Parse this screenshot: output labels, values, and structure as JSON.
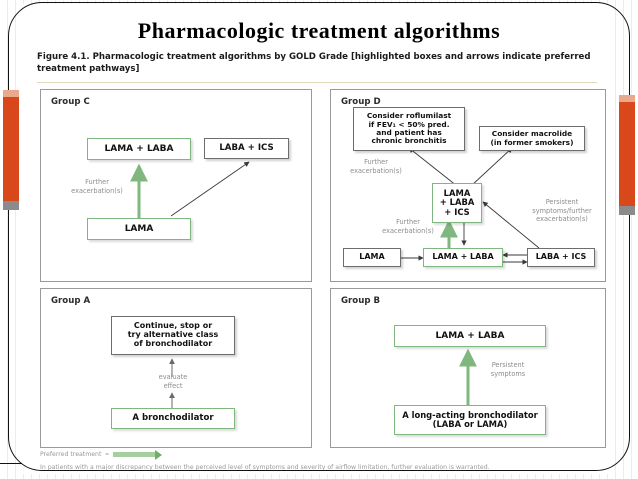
{
  "slide": {
    "title": "Pharmacologic  treatment  algorithms",
    "caption": "Figure 4.1. Pharmacologic treatment algorithms by GOLD Grade [highlighted boxes and arrows indicate preferred treatment pathways]"
  },
  "colors": {
    "accent_orange": "#d9481a",
    "preferred_green": "#7fb77f",
    "box_grey": "#6d6d6d",
    "note_grey": "#8f8d8b",
    "rule": "#e3d9bd"
  },
  "groups": {
    "c": {
      "title": "Group C",
      "boxes": {
        "lama_laba": "LAMA + LABA",
        "laba_ics": "LABA + ICS",
        "lama": "LAMA"
      },
      "notes": {
        "further_exacerbations": "Further\nexacerbation(s)"
      }
    },
    "d": {
      "title": "Group D",
      "boxes": {
        "roflumilast": "Consider roflumilast\nif FEV₁ < 50% pred.\nand patient has\nchronic bronchitis",
        "macrolide": "Consider macrolide\n(in former smokers)",
        "triple": "LAMA\n+ LABA\n+ ICS",
        "lama": "LAMA",
        "lama_laba": "LAMA + LABA",
        "laba_ics": "LABA + ICS"
      },
      "notes": {
        "further_exacerbations_top": "Further\nexacerbation(s)",
        "further_exacerbations_mid": "Further\nexacerbation(s)",
        "persistent": "Persistent\nsymptoms/further\nexacerbation(s)"
      }
    },
    "a": {
      "title": "Group A",
      "boxes": {
        "continue": "Continue, stop or\ntry alternative class\nof bronchodilator",
        "bronchodilator": "A bronchodilator"
      },
      "notes": {
        "evaluate_effect": "evaluate\neffect"
      }
    },
    "b": {
      "title": "Group B",
      "boxes": {
        "lama_laba": "LAMA + LABA",
        "long_acting": "A long-acting bronchodilator\n(LABA or LAMA)"
      },
      "notes": {
        "persistent_symptoms": "Persistent\nsymptoms"
      }
    }
  },
  "footer": {
    "legend_label": "Preferred treatment",
    "legend_equals": "=",
    "footnote": "In patients with a major discrepancy between the perceived level of symptoms and severity of airflow limitation, further evaluation is warranted."
  }
}
